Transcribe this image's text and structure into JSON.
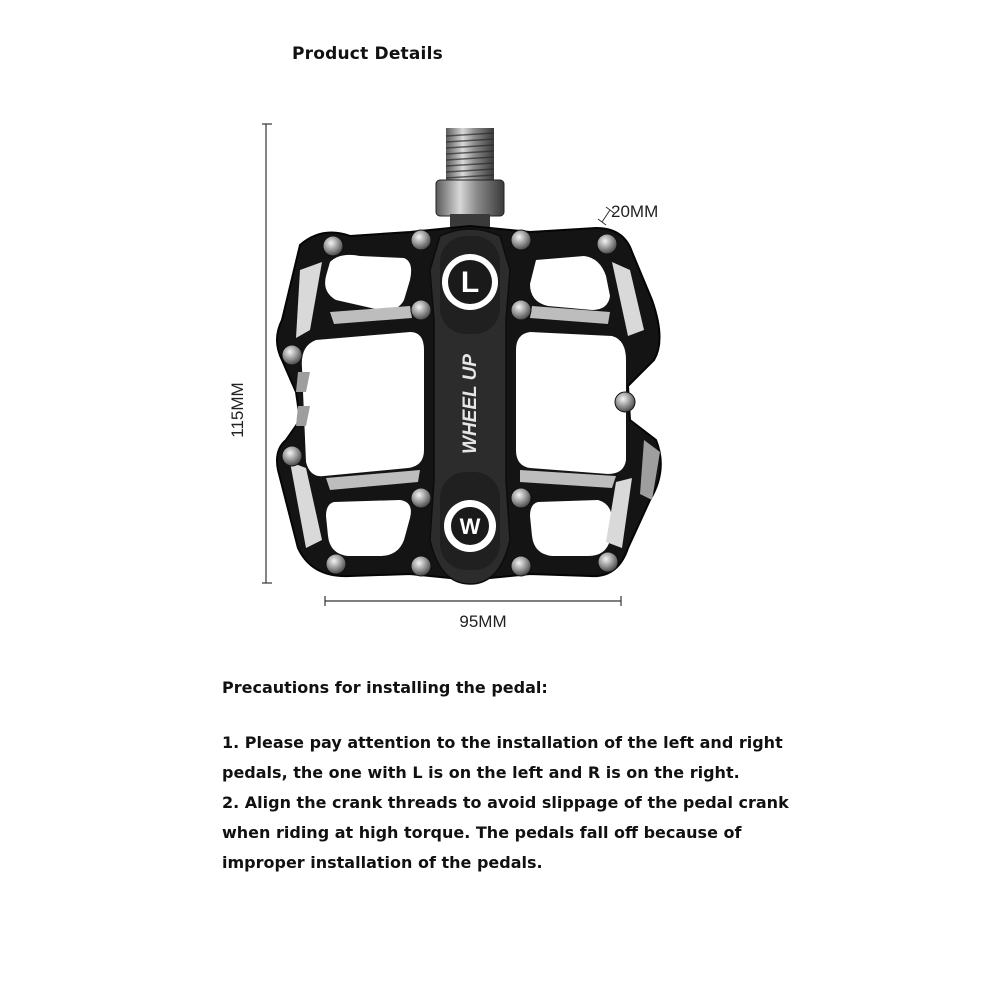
{
  "header": {
    "title": "Product Details"
  },
  "dimensions": {
    "height": "115MM",
    "width": "95MM",
    "thickness": "20MM"
  },
  "pedal": {
    "side_letter": "L",
    "brand": "WHEEL UP",
    "logo_letter": "W"
  },
  "instructions": {
    "heading": "Precautions for installing the pedal:",
    "lines": [
      "1. Please pay attention to the installation of the left and right",
      "pedals, the one with L is on the left and R is on the right.",
      "2. Align the crank threads to avoid slippage of the pedal crank",
      "when riding at high torque. The pedals fall off because of",
      "improper installation of the pedals."
    ]
  }
}
